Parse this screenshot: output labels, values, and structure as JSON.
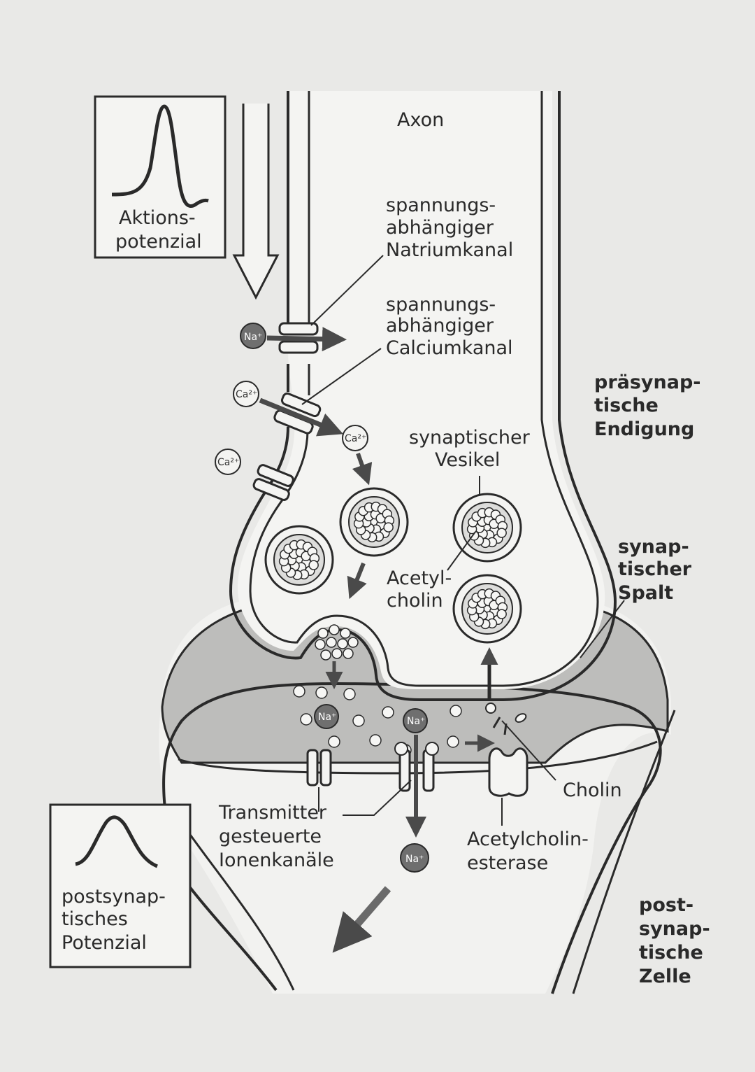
{
  "labels": {
    "axon": "Axon",
    "natriumkanal": [
      "spannungs-",
      "abhängiger",
      "Natriumkanal"
    ],
    "calciumkanal": [
      "spannungs-",
      "abhängiger",
      "Calciumkanal"
    ],
    "praesynaptisch": [
      "präsynap-",
      "tische",
      "Endigung"
    ],
    "vesikel": [
      "synaptischer",
      "Vesikel"
    ],
    "acetylcholin": [
      "Acetyl-",
      "cholin"
    ],
    "spalt": [
      "synap-",
      "tischer",
      "Spalt"
    ],
    "cholin": "Cholin",
    "ionenkanaele": [
      "Transmitter",
      "gesteuerte",
      "Ionenkanäle"
    ],
    "esterase": [
      "Acetylcholin-",
      "esterase"
    ],
    "postsynaptisch": [
      "post-",
      "synap-",
      "tische",
      "Zelle"
    ],
    "aktionspotenzial": [
      "Aktions-",
      "potenzial"
    ],
    "psp": [
      "postsynap-",
      "tisches",
      "Potenzial"
    ]
  },
  "ions": {
    "na": "Na⁺",
    "ca": "Ca²⁺"
  },
  "colors": {
    "background": "#e9e9e7",
    "line": "#2a2a2a",
    "ion_na": "#6f6f6f",
    "cleft": "#bdbdbb",
    "cell": "#f2f2f0"
  }
}
